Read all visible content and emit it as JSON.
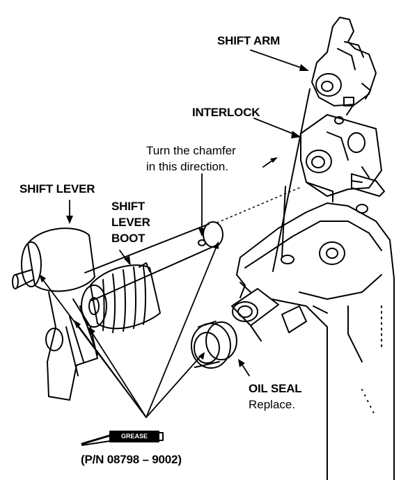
{
  "labels": {
    "shift_arm": "SHIFT ARM",
    "interlock": "INTERLOCK",
    "chamfer_line1": "Turn the chamfer",
    "chamfer_line2": "in this direction.",
    "shift_lever": "SHIFT LEVER",
    "boot_line1": "SHIFT",
    "boot_line2": "LEVER",
    "boot_line3": "BOOT",
    "oil_seal": "OIL SEAL",
    "oil_seal_note": "Replace.",
    "grease": "GREASE",
    "part_number": "(P/N 08798 – 9002)"
  }
}
